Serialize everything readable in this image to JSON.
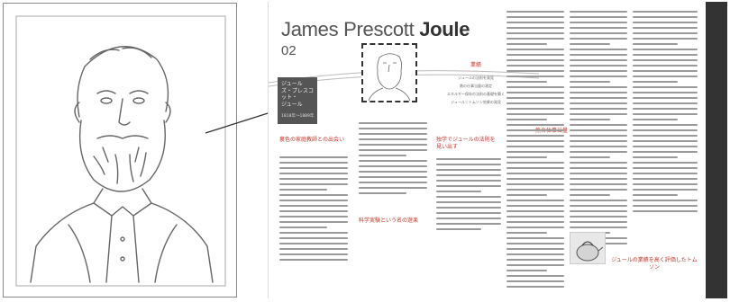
{
  "zoom_panel": {
    "subject": "portrait-sketch"
  },
  "article": {
    "title_first": "James Prescott ",
    "title_last": "Joule",
    "issue_number": "02",
    "name_box_lines": [
      "ジュール",
      "ズ・プレスコット・",
      "ジュール"
    ],
    "name_box_years": "1818年〜1889年",
    "achievements_heading": "業績",
    "achievements": [
      "ジュールの法則を発見",
      "熱の仕事当量の測定",
      "エネルギー保存の法則の基礎を築く",
      "ジュール＝トムソン効果の発見"
    ],
    "section_1_heading": "裏色の家庭教師との出会い",
    "section_2_heading": "科学実験という名の遊楽",
    "section_3_heading": "独学でジュールの法則を見い出す",
    "section_4_heading": "熱の仕事当量",
    "kettle_caption": "ジュールの業績を高く評価したトムソン"
  }
}
